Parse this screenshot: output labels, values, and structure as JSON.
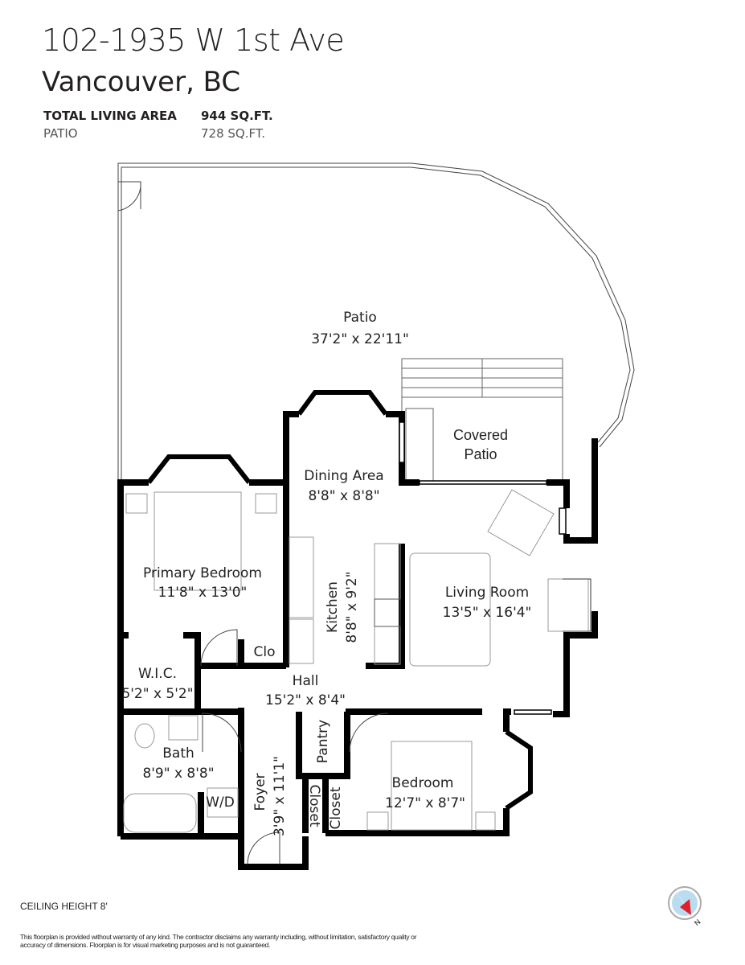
{
  "header": {
    "address_line1": "102-1935 W 1st Ave",
    "address_line2": "Vancouver, BC",
    "areas": [
      {
        "label": "TOTAL LIVING AREA",
        "value": "944 SQ.FT."
      },
      {
        "label": "PATIO",
        "value": "728 SQ.FT."
      }
    ]
  },
  "rooms": {
    "patio": {
      "name": "Patio",
      "dims": "37'2\" x 22'11\""
    },
    "covered_patio": {
      "name1": "Covered",
      "name2": "Patio"
    },
    "dining": {
      "name": "Dining Area",
      "dims": "8'8\" x 8'8\""
    },
    "primary_bedroom": {
      "name": "Primary Bedroom",
      "dims": "11'8\" x 13'0\""
    },
    "kitchen": {
      "name": "Kitchen",
      "dims": "8'8\" x 9'2\""
    },
    "living": {
      "name": "Living Room",
      "dims": "13'5\" x 16'4\""
    },
    "clo": {
      "name": "Clo"
    },
    "wic": {
      "name": "W.I.C.",
      "dims": "5'2\" x 5'2\""
    },
    "hall": {
      "name": "Hall",
      "dims": "15'2\" x 8'4\""
    },
    "bath": {
      "name": "Bath",
      "dims": "8'9\" x 8'8\""
    },
    "wd": {
      "name": "W/D"
    },
    "foyer": {
      "name": "Foyer",
      "dims": "3'9\" x 11'1\""
    },
    "pantry": {
      "name": "Pantry"
    },
    "closet1": {
      "name": "Closet"
    },
    "closet2": {
      "name": "Closet"
    },
    "bedroom": {
      "name": "Bedroom",
      "dims": "12'7\" x 8'7\""
    }
  },
  "footer": {
    "ceiling": "CEILING HEIGHT  8'",
    "disclaimer": "This floorplan is provided without warranty of any kind. The contractor disclaims any warranty including, without limitation, satisfactory quality or accuracy of dimensions. Floorplan is for visual marketing purposes and is not guaranteed.",
    "compass_label": "N"
  },
  "colors": {
    "wall": "#000000",
    "compass_fill": "#b9dcef",
    "compass_needle": "#e0202a"
  }
}
